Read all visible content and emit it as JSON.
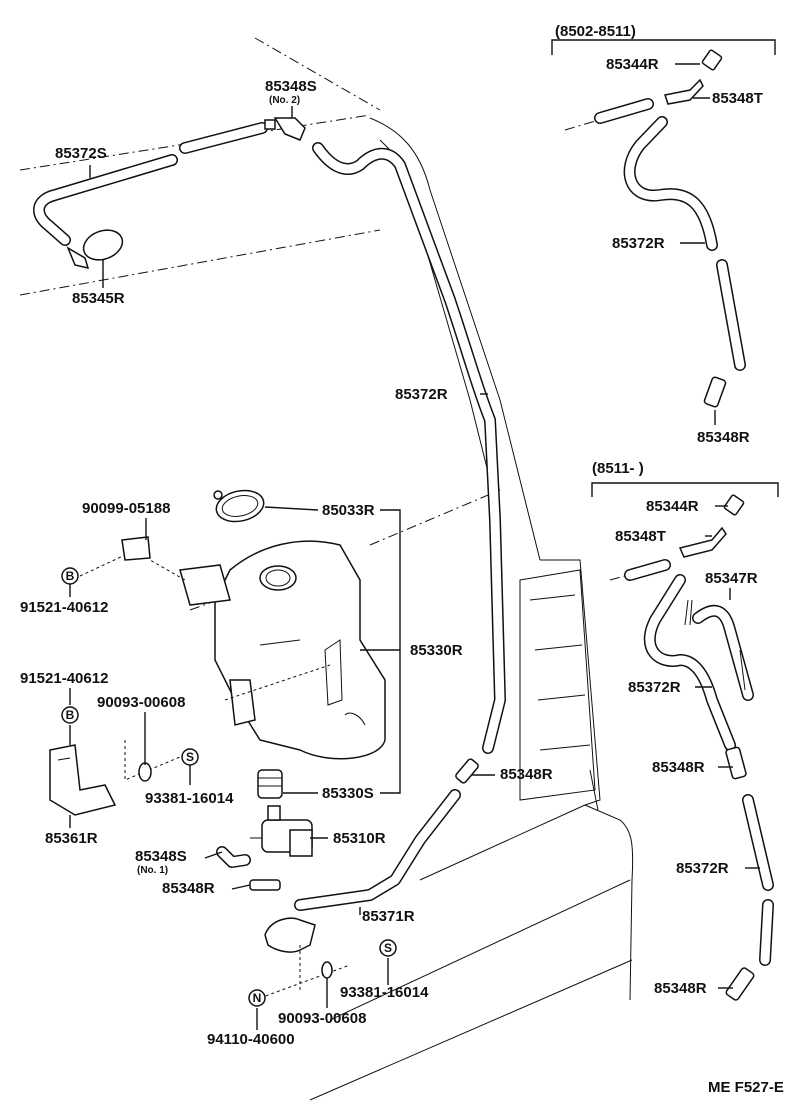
{
  "figure_code": "ME F527-E",
  "ranges": {
    "range_a": "(8502-8511)",
    "range_b": "(8511-          )"
  },
  "labels": {
    "p85348S_top": "85348S",
    "p85348S_top_sub": "(No. 2)",
    "p85372S": "85372S",
    "p85345R": "85345R",
    "p85372R_mid": "85372R",
    "p90099": "90099-05188",
    "p85033R": "85033R",
    "p91521_a": "91521-40612",
    "p85330R": "85330R",
    "p91521_b": "91521-40612",
    "p90093_a": "90093-00608",
    "p93381_a": "93381-16014",
    "p85330S": "85330S",
    "p85361R": "85361R",
    "p85348R_mid": "85348R",
    "p85310R": "85310R",
    "p85348S_low": "85348S",
    "p85348S_low_sub": "(No. 1)",
    "p85348R_low": "85348R",
    "p85371R": "85371R",
    "p93381_b": "93381-16014",
    "p90093_b": "90093-00608",
    "p94110": "94110-40600",
    "a_85344R": "85344R",
    "a_85348T": "85348T",
    "a_85372R": "85372R",
    "a_85348R": "85348R",
    "b_85344R": "85344R",
    "b_85348T": "85348T",
    "b_85347R": "85347R",
    "b_85372R_1": "85372R",
    "b_85348R_1": "85348R",
    "b_85372R_2": "85372R",
    "b_85348R_2": "85348R"
  },
  "symbols": {
    "b_mark": "B",
    "s_mark": "S",
    "n_mark": "N"
  }
}
